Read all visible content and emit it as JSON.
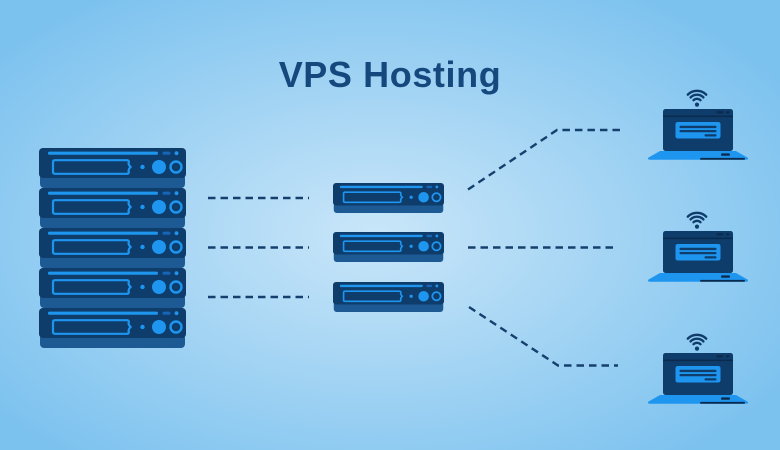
{
  "title": "VPS Hosting",
  "colors": {
    "bg_center": "#c9e6f9",
    "bg_mid": "#9fd2f3",
    "bg_edge": "#7cc2ef",
    "navy": "#0e3c6b",
    "navy_dark": "#0a2a4e",
    "mid_blue": "#1d5a94",
    "bright_blue": "#1e96f0",
    "accent_dim": "#1565b8",
    "title_color": "#15497e",
    "connector": "#15406e"
  },
  "diagram": {
    "host_rack": {
      "icon": "server-rack-icon",
      "units": 5
    },
    "vps_servers": {
      "icon": "server-icon",
      "count": 3
    },
    "clients": {
      "icon": "laptop-wifi-icon",
      "count": 3
    }
  }
}
